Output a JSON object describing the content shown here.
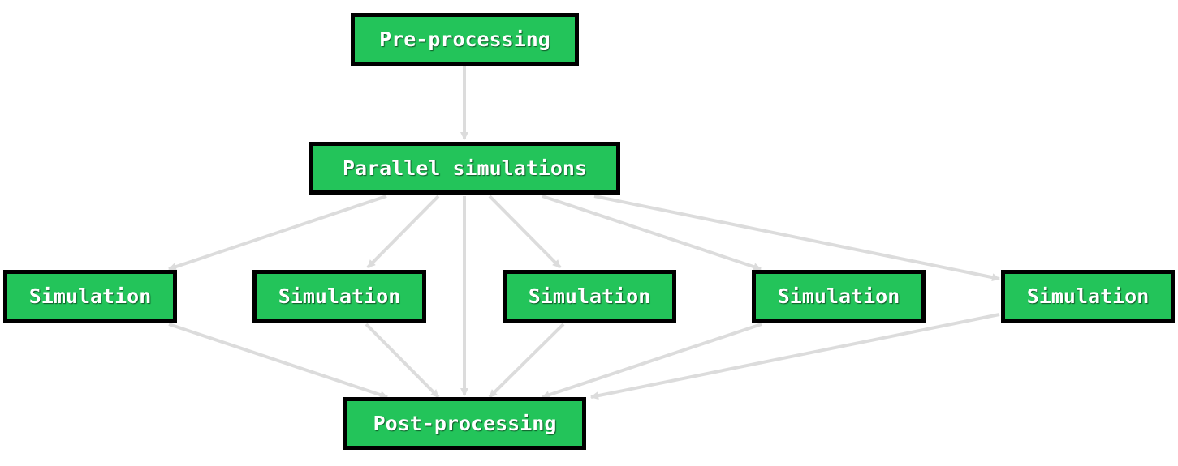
{
  "nodes": {
    "pre_processing": "Pre-processing",
    "parallel_simulations": "Parallel simulations",
    "simulations": [
      "Simulation",
      "Simulation",
      "Simulation",
      "Simulation",
      "Simulation"
    ],
    "post_processing": "Post-processing"
  },
  "edges": [
    {
      "from": "pre_processing",
      "to": "parallel_simulations"
    },
    {
      "from": "parallel_simulations",
      "to": "simulation_1"
    },
    {
      "from": "parallel_simulations",
      "to": "simulation_2"
    },
    {
      "from": "parallel_simulations",
      "to": "post_processing"
    },
    {
      "from": "parallel_simulations",
      "to": "simulation_3"
    },
    {
      "from": "parallel_simulations",
      "to": "simulation_4"
    },
    {
      "from": "parallel_simulations",
      "to": "simulation_5"
    },
    {
      "from": "simulation_1",
      "to": "post_processing"
    },
    {
      "from": "simulation_2",
      "to": "post_processing"
    },
    {
      "from": "simulation_3",
      "to": "post_processing"
    },
    {
      "from": "simulation_4",
      "to": "post_processing"
    },
    {
      "from": "simulation_5",
      "to": "post_processing"
    }
  ],
  "colors": {
    "node_fill": "#23c45a",
    "node_border": "#000000",
    "node_text": "#ffffff",
    "edge": "#dcdcdc"
  }
}
